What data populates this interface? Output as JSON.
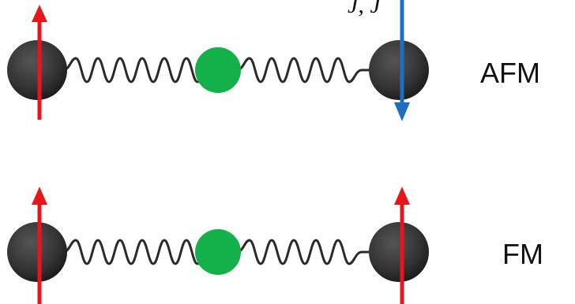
{
  "diagram": {
    "rows": [
      {
        "id": "afm",
        "label": "AFM",
        "left_spin": "up",
        "right_spin": "down",
        "left_spin_color": "#e8151b",
        "right_spin_color": "#1f6fbf"
      },
      {
        "id": "fm",
        "label": "FM",
        "left_spin": "up",
        "right_spin": "up",
        "left_spin_color": "#e8151b",
        "right_spin_color": "#e8151b"
      }
    ],
    "colors": {
      "atom": "#3a3a3a",
      "spring": "#2b2b2b",
      "center_atom": "#14b04a"
    }
  }
}
